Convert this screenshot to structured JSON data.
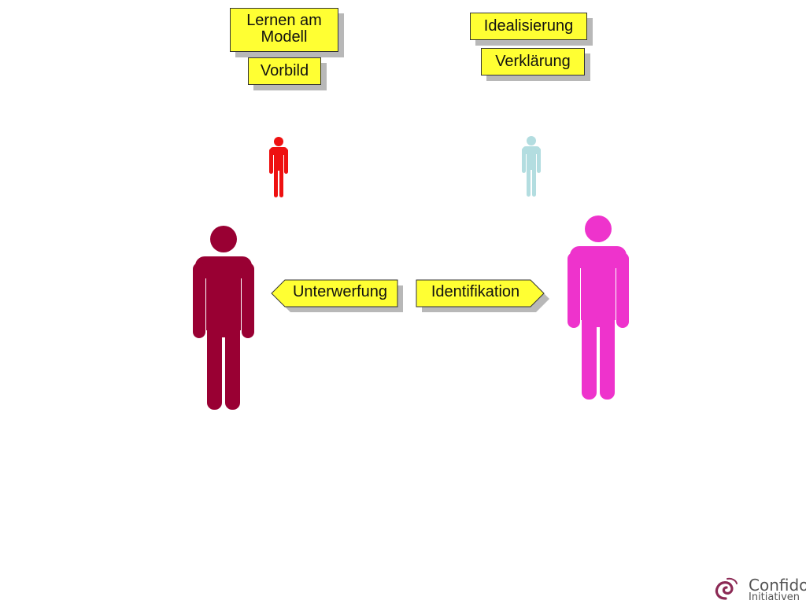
{
  "boxes": {
    "lernen_am_modell": "Lernen am\nModell",
    "vorbild": "Vorbild",
    "idealisierung": "Idealisierung",
    "verklaerung": "Verklärung"
  },
  "arrows": {
    "unterwerfung": "Unterwerfung",
    "identifikation": "Identifikation"
  },
  "colors": {
    "box_fill": "#ffff33",
    "small_left_figure": "#ee1111",
    "small_right_figure": "#b3dde0",
    "large_left_figure": "#990033",
    "large_right_figure": "#ee33cc",
    "logo": "#8c2a55"
  },
  "logo": {
    "line1": "Confido",
    "line2": "Initiativen"
  }
}
